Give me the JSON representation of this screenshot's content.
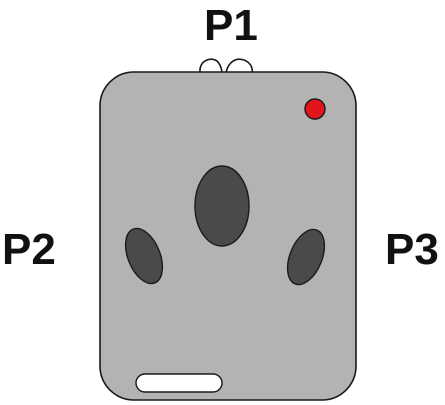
{
  "labels": {
    "p1": "P1",
    "p2": "P2",
    "p3": "P3"
  },
  "colors": {
    "body_fill": "#B3B3B3",
    "body_stroke": "#1A1A1A",
    "button_fill": "#4A4A4A",
    "led_fill": "#E3141B",
    "slot_fill": "#FFFFFF",
    "background": "#FFFFFF"
  },
  "parts": {
    "top_loops": "two-wire-loops",
    "led": "red-indicator-led",
    "center_button": "oval-button",
    "left_button": "oval-button",
    "right_button": "oval-button",
    "bottom_slot": "white-slot"
  }
}
